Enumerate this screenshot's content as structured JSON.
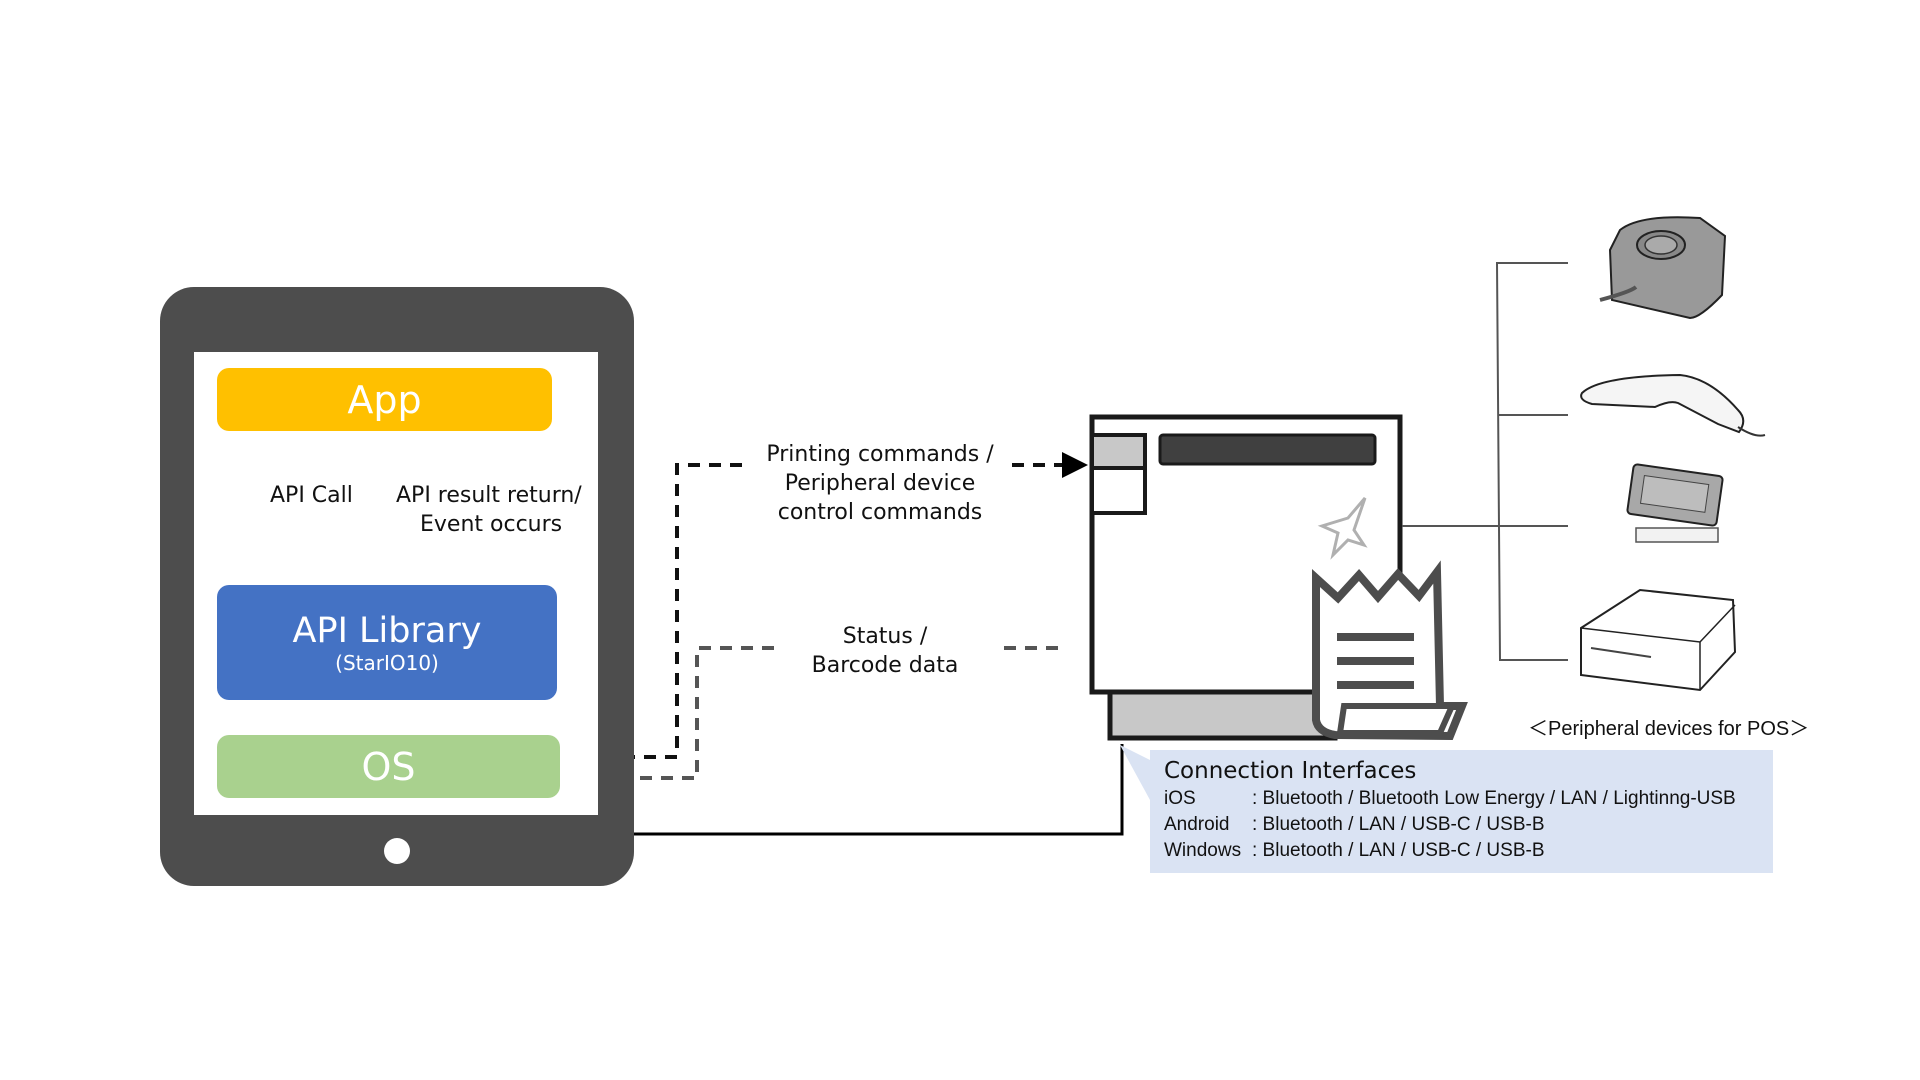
{
  "tablet": {
    "layers": {
      "app": "App",
      "api_library": "API Library",
      "api_library_sub": "(StarIO10)",
      "os": "OS"
    },
    "arrows": {
      "api_call": "API Call",
      "api_result_line1": "API result return/",
      "api_result_line2": "Event occurs"
    }
  },
  "flows": {
    "to_printer": [
      "Printing commands /",
      "Peripheral device",
      "control commands"
    ],
    "from_printer": [
      "Status /",
      "Barcode data"
    ]
  },
  "connection_interfaces": {
    "title": "Connection Interfaces",
    "rows": [
      {
        "os": "iOS",
        "interfaces": ": Bluetooth / Bluetooth Low Energy / LAN / Lightinng-USB"
      },
      {
        "os": "Android",
        "interfaces": ": Bluetooth / LAN / USB-C / USB-B"
      },
      {
        "os": "Windows",
        "interfaces": ": Bluetooth / LAN / USB-C / USB-B"
      }
    ]
  },
  "peripherals": {
    "caption": "＜Peripheral devices for POS＞",
    "items": [
      "melody-speaker",
      "barcode-scanner",
      "customer-display",
      "cash-drawer"
    ]
  },
  "colors": {
    "app": "#ffc000",
    "api_library": "#4472c4",
    "os": "#a9d18e",
    "tablet": "#4d4d4d",
    "connection_box": "#dae3f3"
  }
}
